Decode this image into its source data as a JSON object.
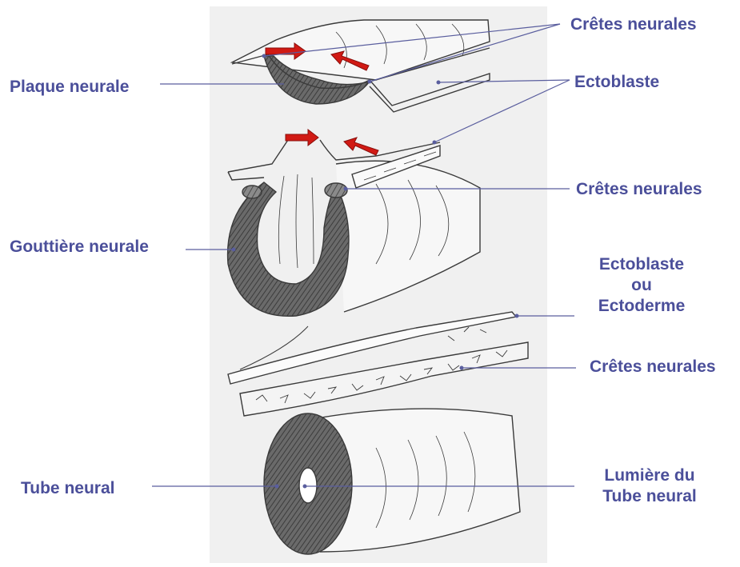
{
  "labels": {
    "cretes_1": "Crêtes neurales",
    "plaque_neurale": "Plaque neurale",
    "ectoblaste_1": "Ectoblaste",
    "cretes_2": "Crêtes neurales",
    "gouttiere_neurale": "Gouttière neurale",
    "ectoblaste_ectoderme": [
      "Ectoblaste",
      "ou",
      "Ectoderme"
    ],
    "cretes_3": "Crêtes neurales",
    "tube_neural": "Tube neural",
    "lumiere": [
      "Lumière du",
      "Tube neural"
    ]
  },
  "colors": {
    "label_text": "#4b4f9a",
    "leader_line": "#5a5e9e",
    "arrow_red": "#d11a14",
    "paper": "#f2f2f2",
    "pencil": "#3a3a3a",
    "shade": "#555555"
  }
}
